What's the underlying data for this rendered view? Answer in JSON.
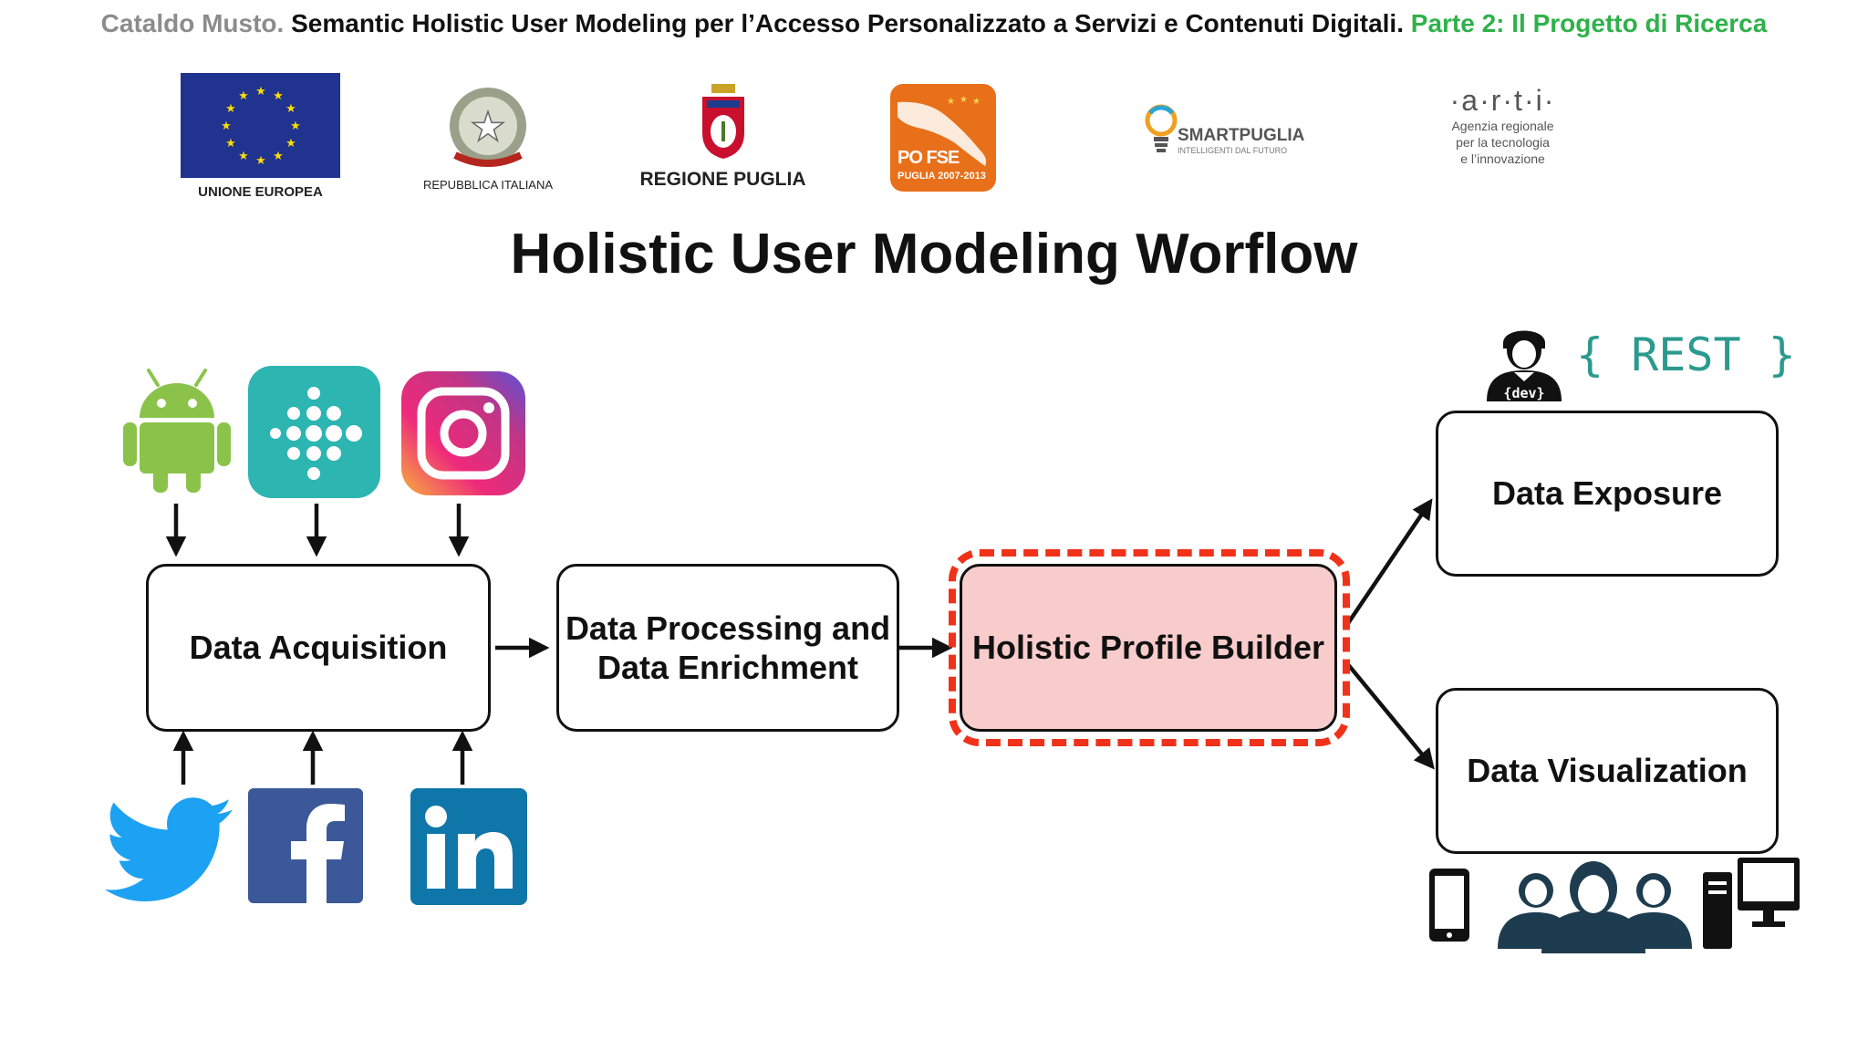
{
  "header": {
    "author": "Cataldo Musto.",
    "title": "Semantic Holistic User Modeling per l’Accesso Personalizzato a Servizi e Contenuti Digitali.",
    "part": "Parte 2: Il Progetto di Ricerca"
  },
  "logos": {
    "eu": "UNIONE EUROPEA",
    "italy": "REPUBBLICA ITALIANA",
    "puglia": "REGIONE PUGLIA",
    "pofse_line1": "PO FSE",
    "pofse_line2": "PUGLIA 2007-2013",
    "smart_line1": "SMARTPUGLIA",
    "smart_line2": "INTELLIGENTI DAL FUTURO",
    "arti_word": "·a·r·t·i·",
    "arti_line1": "Agenzia regionale",
    "arti_line2": "per la tecnologia",
    "arti_line3": "e l’innovazione"
  },
  "title": "Holistic User Modeling Worflow",
  "boxes": {
    "acquisition": "Data Acquisition",
    "processing_line1": "Data Processing and",
    "processing_line2": "Data Enrichment",
    "builder": "Holistic Profile Builder",
    "exposure": "Data Exposure",
    "visualization": "Data Visualization"
  },
  "rest": {
    "label": "{ REST }",
    "dev_label": "{dev}"
  },
  "colors": {
    "highlight_fill": "#f9cccc",
    "dash_border": "#f0321a",
    "header_green": "#2fb14a",
    "rest_teal": "#2b9a8e"
  },
  "icons": [
    "android-icon",
    "fitbit-icon",
    "instagram-icon",
    "twitter-icon",
    "facebook-icon",
    "linkedin-icon",
    "developer-icon",
    "smartphone-icon",
    "users-icon",
    "desktop-computer-icon"
  ]
}
